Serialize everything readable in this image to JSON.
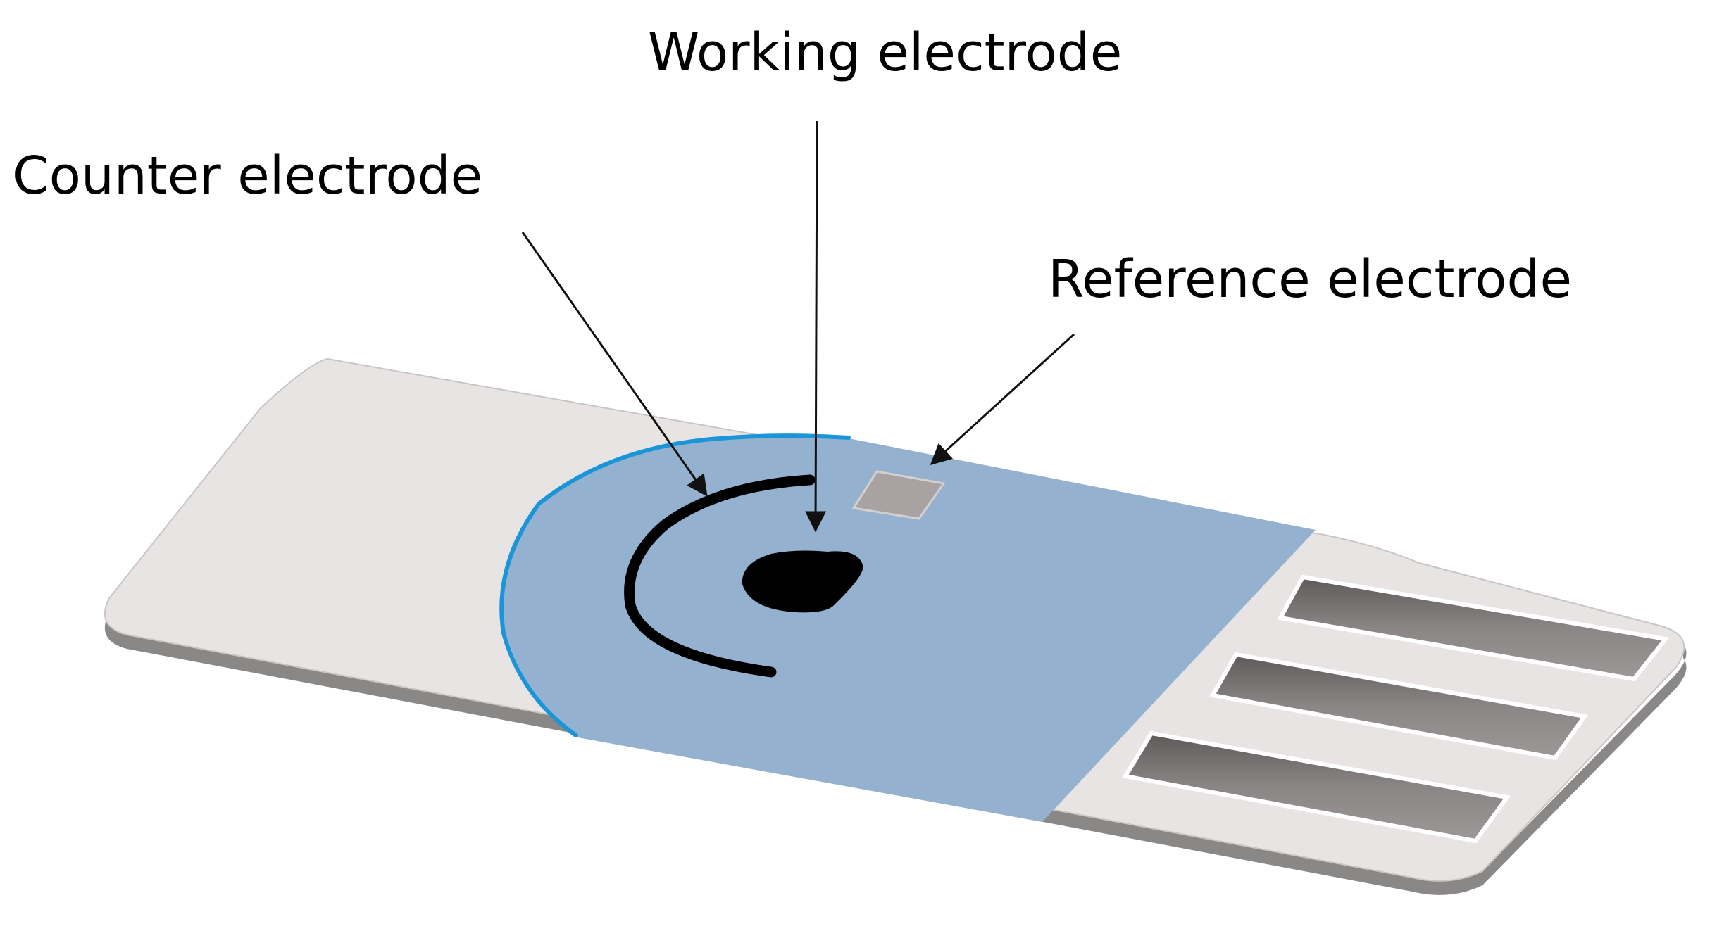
{
  "labels": {
    "working": "Working electrode",
    "counter": "Counter electrode",
    "reference": "Reference electrode"
  },
  "colors": {
    "strip": "#e8e4e4",
    "strip_shadow": "#8a8787",
    "insulation": "#94b1cf",
    "insulation_rim": "#1a96d8",
    "electrode": "#000000",
    "reference_pad": "#a8a2a2",
    "contact_pad": "#787474",
    "arrow": "#111111"
  }
}
